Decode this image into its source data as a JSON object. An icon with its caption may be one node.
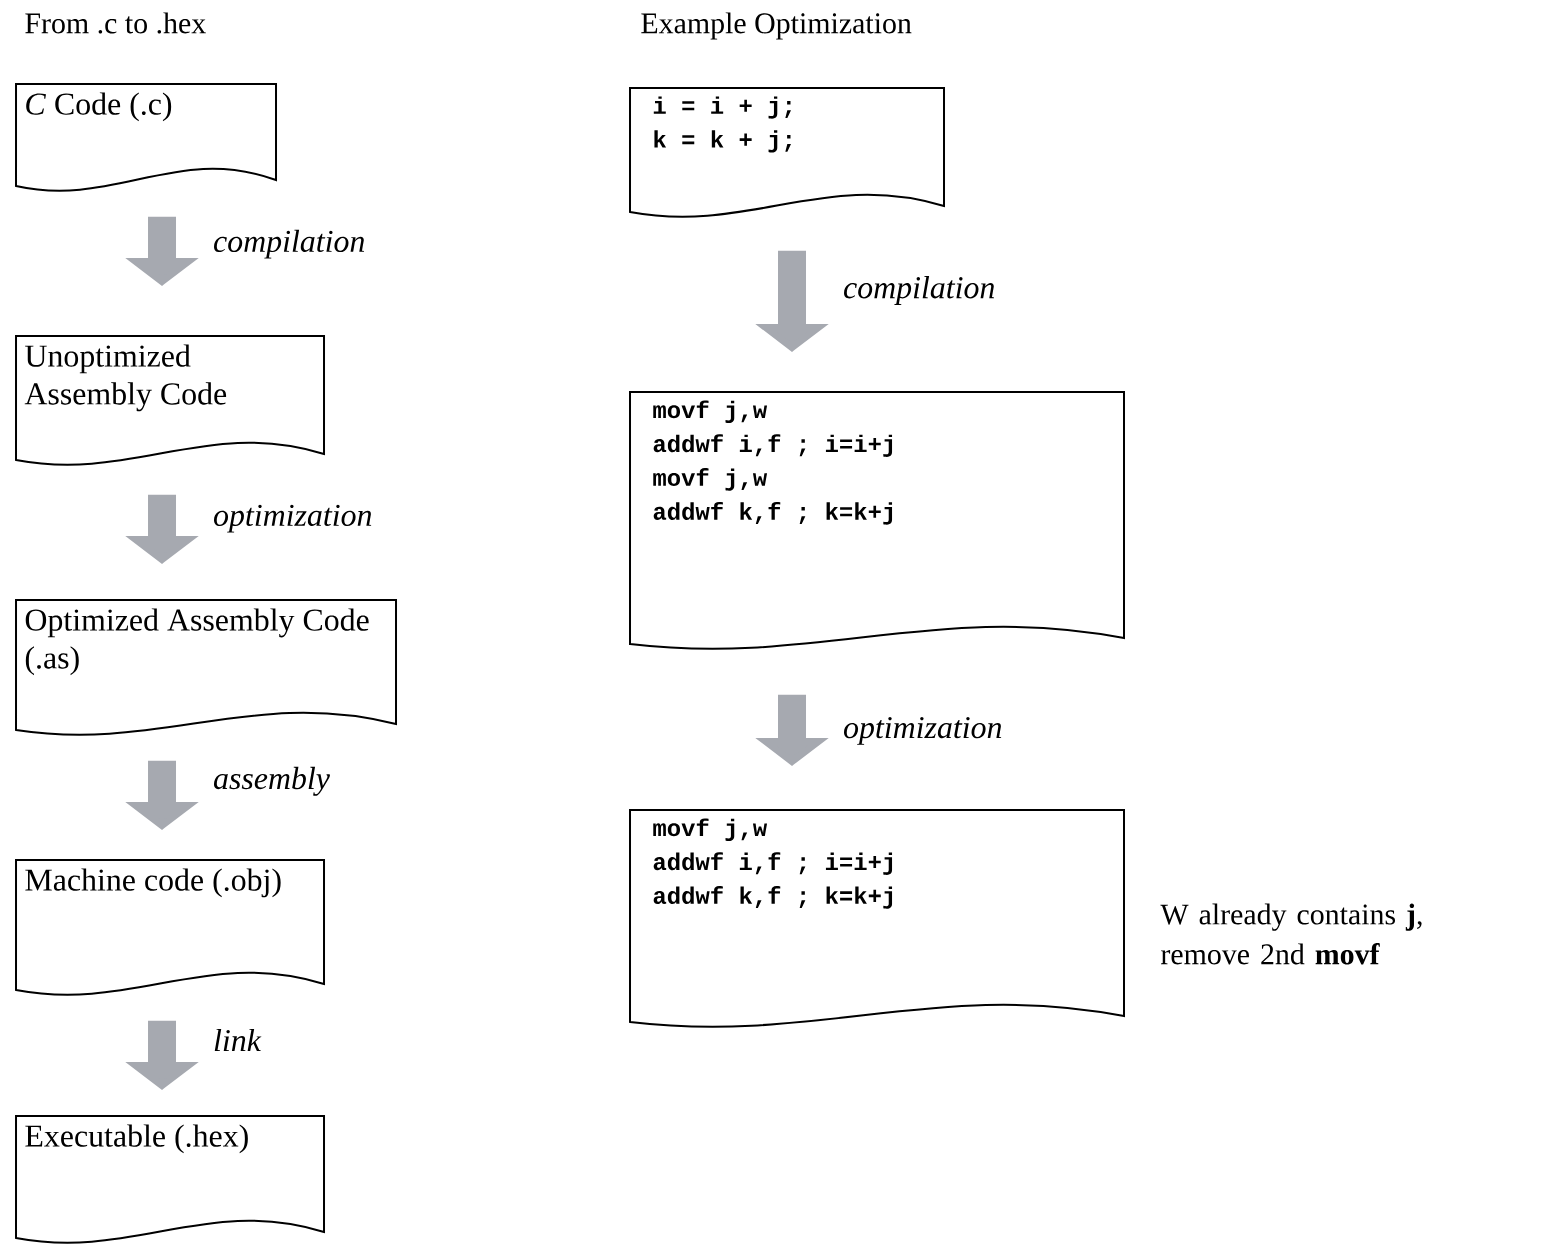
{
  "diagram": {
    "nodes": [
      {
        "text": [
          "*C* Code (.c)"
        ]
      },
      {
        "text": [
          "Unoptimized Assembly Code"
        ]
      },
      {
        "text": [
          "Optimized Assembly Code (.as)"
        ]
      },
      {
        "text": [
          "Machine code (.obj)"
        ]
      },
      {
        "text": [
          "Executable (.hex)"
        ]
      },
      {
        "text": [
          "i = i + j;",
          "k = k + j;"
        ]
      },
      {
        "text": [
          "movf j,w",
          "addwf i,f ; i=i+j",
          "movf j,w",
          "addwf k,f ; k=k+j"
        ]
      },
      {
        "text": [
          "movf j,w",
          "addwf i,f ; i=i+j",
          "addwf k,f ; k=k+j"
        ],
        "beside": [
          "W already contains **j**, remove 2nd **movf**"
        ]
      }
    ],
    "edges": [
      {
        "from": 0,
        "to": 1,
        "arrow": "to",
        "label": "compilation"
      },
      {
        "from": 1,
        "to": 2,
        "arrow": "to",
        "label": "optimization"
      },
      {
        "from": 2,
        "to": 3,
        "arrow": "to",
        "label": "assembly"
      },
      {
        "from": 3,
        "to": 4,
        "arrow": "to",
        "label": "link"
      },
      {
        "from": 5,
        "to": 6,
        "arrow": "to",
        "label": "compilation"
      },
      {
        "from": 6,
        "to": 7,
        "arrow": "to",
        "label": "optimization"
      }
    ],
    "labels": [
      "From .c to .hex",
      "Example Optimization"
    ]
  }
}
